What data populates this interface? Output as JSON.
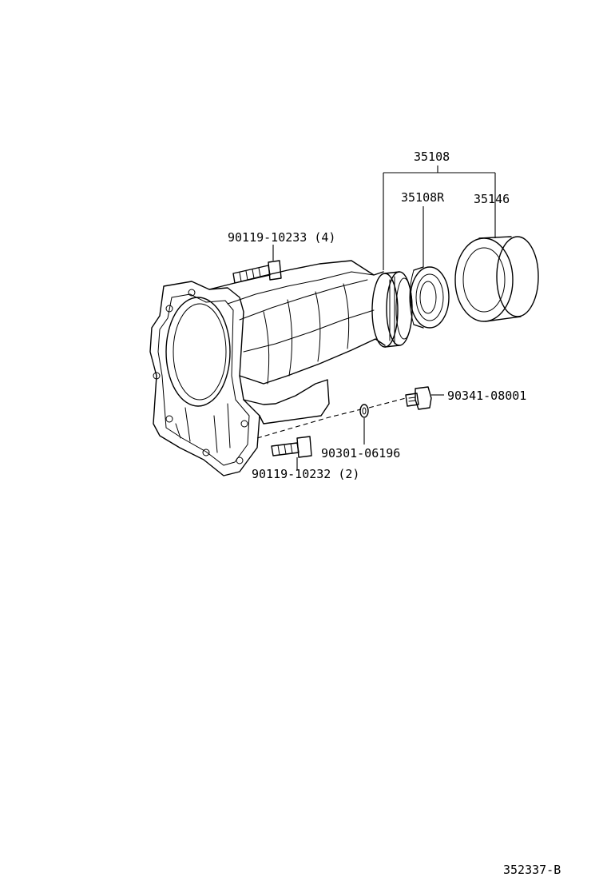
{
  "diagram": {
    "callouts": {
      "assembly": "35108",
      "oil_seal": "35108R",
      "dust_cover": "35146",
      "upper_bolt": "90119-10233 (4)",
      "lower_bolt": "90119-10232 (2)",
      "gasket": "90301-06196",
      "plug": "90341-08001"
    },
    "figure_code": "352337-B"
  }
}
